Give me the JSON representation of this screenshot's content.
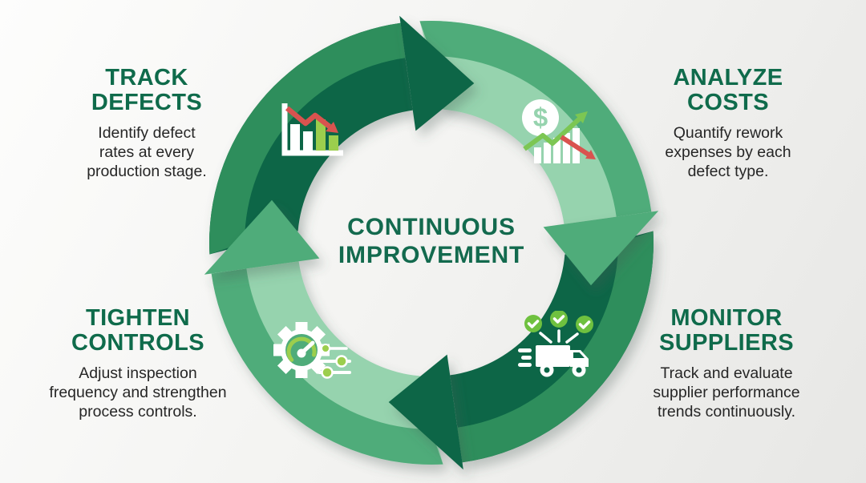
{
  "title": "Continuous Improvement cycle infographic",
  "center_label": {
    "line1": "CONTINUOUS",
    "line2": "IMPROVEMENT"
  },
  "cycle": {
    "direction": "clockwise",
    "segment_tones": [
      "dark",
      "light",
      "dark",
      "light"
    ]
  },
  "steps": [
    {
      "position": "top-left",
      "heading_line1": "TRACK",
      "heading_line2": "DEFECTS",
      "body_lines": [
        "Identify defect",
        "rates at every",
        "production stage."
      ],
      "icon": "declining-bar-chart-icon"
    },
    {
      "position": "top-right",
      "heading_line1": "ANALYZE",
      "heading_line2": "COSTS",
      "body_lines": [
        "Quantify rework",
        "expenses by each",
        "defect type."
      ],
      "icon": "dollar-cost-trend-icon"
    },
    {
      "position": "bottom-right",
      "heading_line1": "MONITOR",
      "heading_line2": "SUPPLIERS",
      "body_lines": [
        "Track and evaluate",
        "supplier performance",
        "trends continuously."
      ],
      "icon": "supplier-truck-checks-icon"
    },
    {
      "position": "bottom-left",
      "heading_line1": "TIGHTEN",
      "heading_line2": "CONTROLS",
      "body_lines": [
        "Adjust inspection",
        "frequency and strengthen",
        "process controls."
      ],
      "icon": "gauge-gear-controls-icon"
    }
  ],
  "dollar_symbol": "$",
  "colors": {
    "heading_green": "#0F6B4B",
    "center_green": "#136A4E",
    "body_text": "#262626",
    "dark_segment_outer": "#2F8E5C",
    "dark_segment_inner": "#0C6647",
    "light_segment_outer": "#4FAC7A",
    "light_segment_inner": "#96D3AE",
    "accent_lime": "#9CCE4D",
    "check_green": "#6FC13F",
    "arrow_green": "#7CC653",
    "accent_red": "#D9534F",
    "icon_white": "#FFFFFF"
  }
}
